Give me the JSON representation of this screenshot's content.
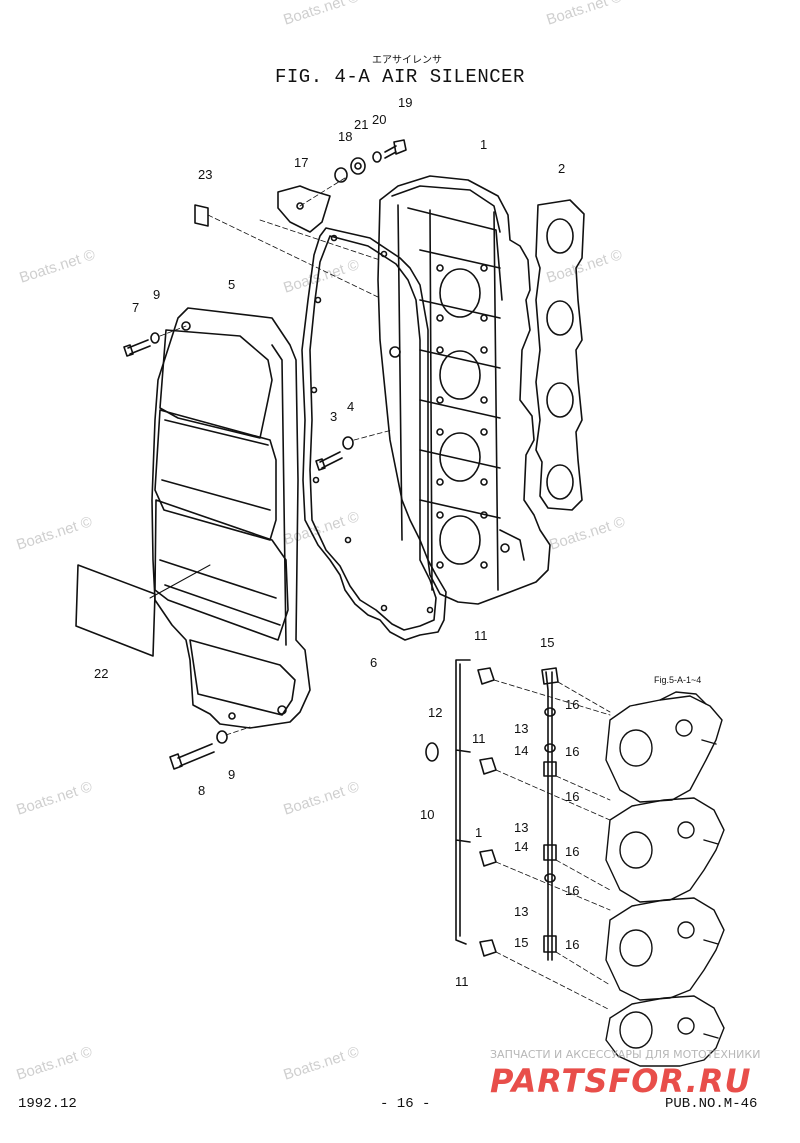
{
  "header": {
    "subtitle_jp": "エアサイレンサ",
    "title": "FIG.  4-A AIR SILENCER"
  },
  "callouts": {
    "c1_top": "1",
    "c2_top": "2",
    "c3": "3",
    "c4": "4",
    "c5": "5",
    "c6": "6",
    "c7": "7",
    "c8": "8",
    "c9_top": "9",
    "c9_bottom": "9",
    "c10": "10",
    "c11_a": "11",
    "c11_b": "11",
    "c11_c": "1",
    "c11_d": "11",
    "c12": "12",
    "c13_a": "13",
    "c13_b": "13",
    "c13_c": "13",
    "c14_a": "14",
    "c14_b": "14",
    "c15_a": "15",
    "c15_b": "15",
    "c16_a": "16",
    "c16_b": "16",
    "c16_c": "16",
    "c16_d": "16",
    "c16_e": "16",
    "c16_f": "16",
    "c17": "17",
    "c18": "18",
    "c19": "19",
    "c20": "20",
    "c21": "21",
    "c22": "22",
    "c23": "23"
  },
  "reference": "Fig.5-A-1~4",
  "watermark": "Boats.net ©",
  "footer": {
    "date": "1992.12",
    "page": "- 16 -",
    "pub": "PUB.NO.M-46"
  },
  "promo": {
    "caption": "ЗАПЧАСТИ И АКСЕССУАРЫ ДЛЯ МОТОТЕХНИКИ",
    "brand": "PARTSFOR.RU",
    "brand_color": "#e4302b"
  }
}
